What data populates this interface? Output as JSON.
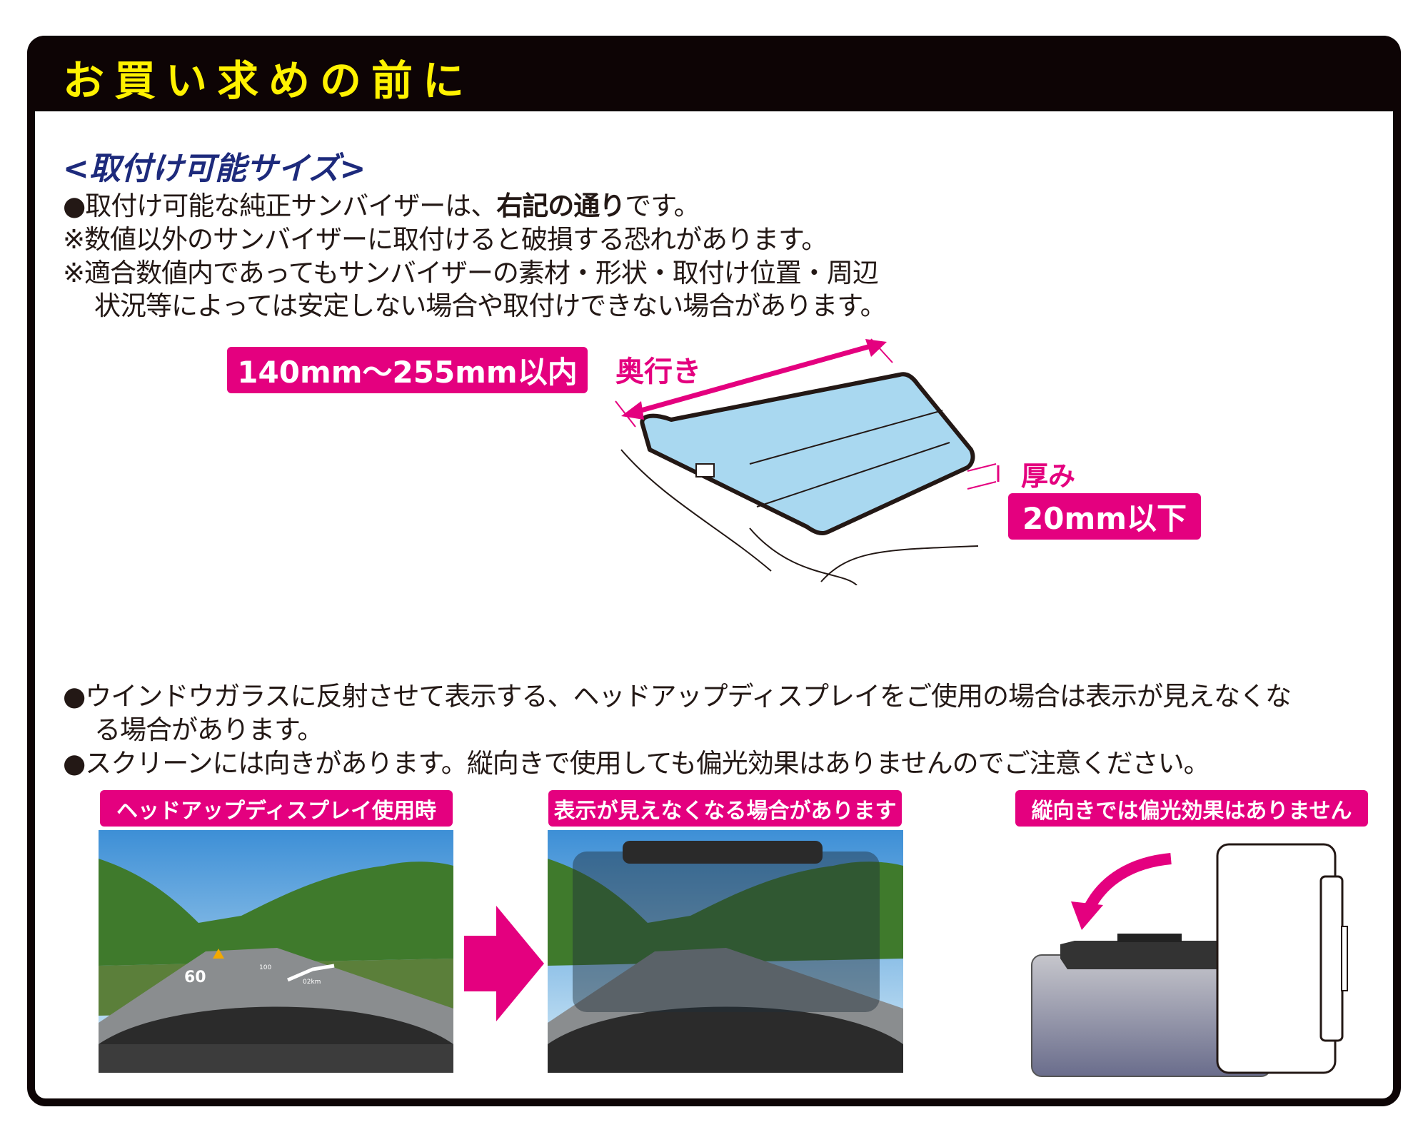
{
  "header": {
    "title": "お買い求めの前に"
  },
  "size_section": {
    "heading": "<取付け可能サイズ>",
    "line1_pre": "●取付け可能な純正サンバイザーは、",
    "line1_bold": "右記の通り",
    "line1_post": "です。",
    "line2": "※数値以外のサンバイザーに取付けると破損する恐れがあります。",
    "line3": "※適合数値内であってもサンバイザーの素材・形状・取付け位置・周辺",
    "line4": "状況等によっては安定しない場合や取付けできない場合があります。"
  },
  "diagram": {
    "depth_range": "140mm〜255mm以内",
    "depth_label": "奥行き",
    "thickness_label": "厚み",
    "thickness_value": "20mm以下"
  },
  "notes": {
    "hud_line1": "●ウインドウガラスに反射させて表示する、ヘッドアップディスプレイをご使用の場合は表示が見えなくな",
    "hud_line2": "る場合があります。",
    "screen_line": "●スクリーンには向きがあります。縦向きで使用しても偏光効果はありませんのでご注意ください。"
  },
  "panels": [
    {
      "label": "ヘッドアップディスプレイ使用時",
      "hud_speed": "60",
      "hud_limit": "100",
      "hud_dist": "02km"
    },
    {
      "label": "表示が見えなくなる場合があります"
    },
    {
      "label": "縦向きでは偏光効果はありません"
    }
  ],
  "colors": {
    "accent": "#e4007f",
    "heading": "#1d2a7c",
    "title": "#fff200",
    "frame": "#0d0405"
  }
}
